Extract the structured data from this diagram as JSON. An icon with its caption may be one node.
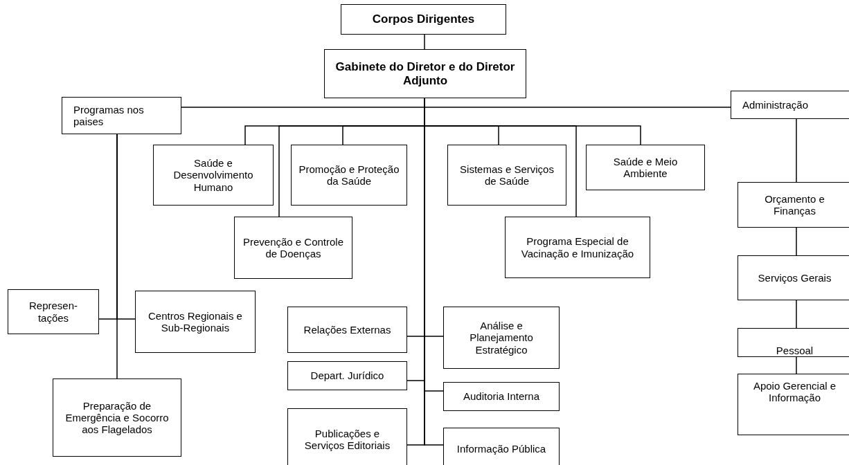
{
  "diagram": {
    "nodes": [
      {
        "text": [
          "Corpos Dirigentes"
        ]
      },
      {
        "text": [
          "Gabinete do Diretor e do Diretor Adjunto"
        ]
      },
      {
        "text": [
          "Programas nos paises"
        ]
      },
      {
        "text": [
          "Administração"
        ]
      },
      {
        "text": [
          "Saúde e Desenvolvimento Humano"
        ]
      },
      {
        "text": [
          "Promoção e Proteção da Saúde"
        ]
      },
      {
        "text": [
          "Sistemas e Serviços de Saúde"
        ]
      },
      {
        "text": [
          "Saúde e Meio Ambiente"
        ]
      },
      {
        "text": [
          "Prevenção e Controle de Doenças"
        ]
      },
      {
        "text": [
          "Programa Especial de Vacinação e Imunização"
        ]
      },
      {
        "text": [
          "Orçamento e Finanças"
        ]
      },
      {
        "text": [
          "Serviços Gerais"
        ]
      },
      {
        "text": [
          "Pessoal"
        ]
      },
      {
        "text": [
          "Apoio Gerencial e Informação"
        ]
      },
      {
        "text": [
          "Represen- tações"
        ]
      },
      {
        "text": [
          "Centros Regionais e Sub-Regionais"
        ]
      },
      {
        "text": [
          "Preparação de Emergência e Socorro aos Flagelados"
        ]
      },
      {
        "text": [
          "Relações Externas"
        ]
      },
      {
        "text": [
          "Análise e Planejamento Estratégico"
        ]
      },
      {
        "text": [
          "Depart. Jurídico"
        ]
      },
      {
        "text": [
          "Auditoria Interna"
        ]
      },
      {
        "text": [
          "Publicações e Serviços Editoriais"
        ]
      },
      {
        "text": [
          "Informação Pública"
        ]
      }
    ],
    "edges": [
      {
        "from": 0,
        "to": 1,
        "arrow": "none"
      },
      {
        "from": 1,
        "to": 2,
        "arrow": "none"
      },
      {
        "from": 1,
        "to": 3,
        "arrow": "none"
      },
      {
        "from": 1,
        "to": 4,
        "arrow": "none"
      },
      {
        "from": 1,
        "to": 5,
        "arrow": "none"
      },
      {
        "from": 1,
        "to": 6,
        "arrow": "none"
      },
      {
        "from": 1,
        "to": 7,
        "arrow": "none"
      },
      {
        "from": 1,
        "to": 8,
        "arrow": "none"
      },
      {
        "from": 1,
        "to": 9,
        "arrow": "none"
      },
      {
        "from": 3,
        "to": 10,
        "arrow": "none"
      },
      {
        "from": 10,
        "to": 11,
        "arrow": "none"
      },
      {
        "from": 11,
        "to": 12,
        "arrow": "none"
      },
      {
        "from": 12,
        "to": 13,
        "arrow": "none"
      },
      {
        "from": 2,
        "to": 14,
        "arrow": "none"
      },
      {
        "from": 2,
        "to": 15,
        "arrow": "none"
      },
      {
        "from": 2,
        "to": 16,
        "arrow": "none"
      },
      {
        "from": 1,
        "to": 17,
        "arrow": "none"
      },
      {
        "from": 1,
        "to": 18,
        "arrow": "none"
      },
      {
        "from": 1,
        "to": 19,
        "arrow": "none"
      },
      {
        "from": 1,
        "to": 20,
        "arrow": "none"
      },
      {
        "from": 1,
        "to": 21,
        "arrow": "none"
      },
      {
        "from": 1,
        "to": 22,
        "arrow": "none"
      }
    ]
  }
}
